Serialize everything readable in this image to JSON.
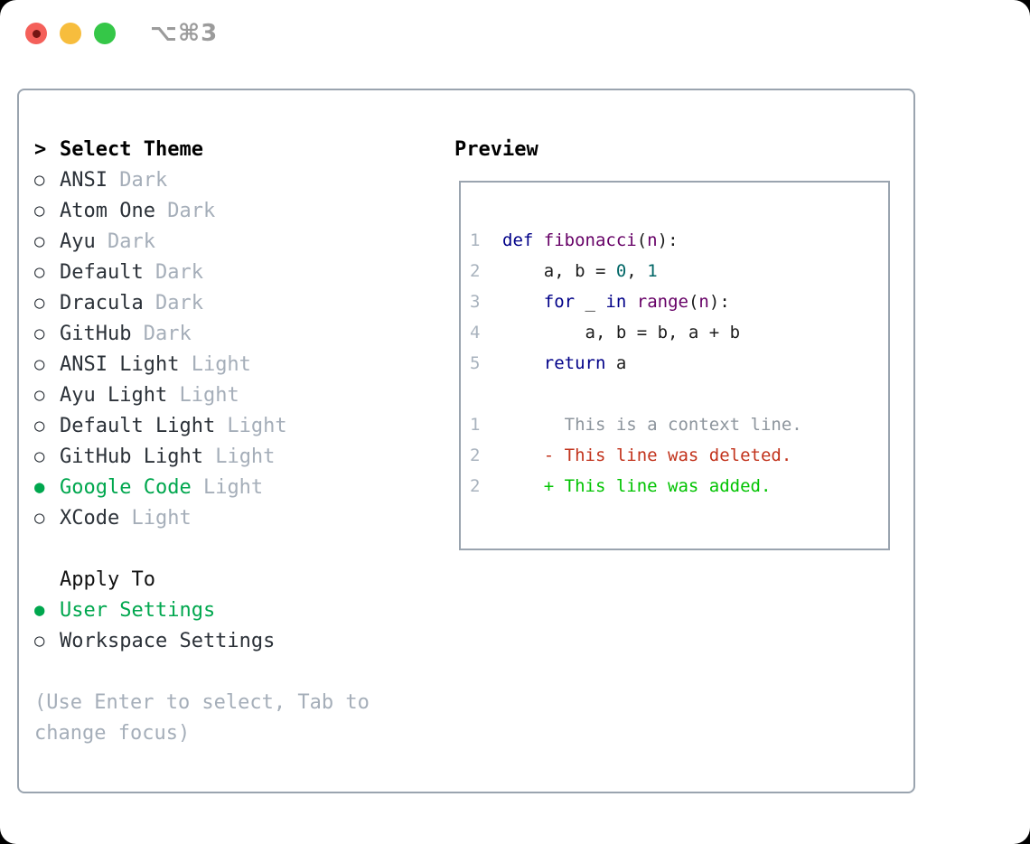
{
  "window": {
    "title": "⌥⌘3"
  },
  "titlebar": {
    "close_label": "close",
    "minimize_label": "minimize",
    "zoom_label": "zoom"
  },
  "theme_panel": {
    "prompt": ">",
    "header": "Select Theme",
    "bullet_selected": "●",
    "bullet_unselected": "○",
    "items": [
      {
        "name": "ANSI",
        "variant": "Dark",
        "selected": false
      },
      {
        "name": "Atom One",
        "variant": "Dark",
        "selected": false
      },
      {
        "name": "Ayu",
        "variant": "Dark",
        "selected": false
      },
      {
        "name": "Default",
        "variant": "Dark",
        "selected": false
      },
      {
        "name": "Dracula",
        "variant": "Dark",
        "selected": false
      },
      {
        "name": "GitHub",
        "variant": "Dark",
        "selected": false
      },
      {
        "name": "ANSI Light",
        "variant": "Light",
        "selected": false
      },
      {
        "name": "Ayu Light",
        "variant": "Light",
        "selected": false
      },
      {
        "name": "Default Light",
        "variant": "Light",
        "selected": false
      },
      {
        "name": "GitHub Light",
        "variant": "Light",
        "selected": false
      },
      {
        "name": "Google Code",
        "variant": "Light",
        "selected": true
      },
      {
        "name": "XCode",
        "variant": "Light",
        "selected": false
      }
    ],
    "apply_header": "Apply To",
    "apply_items": [
      {
        "name": "User Settings",
        "selected": true
      },
      {
        "name": "Workspace Settings",
        "selected": false
      }
    ],
    "hint_lines": [
      "(Use Enter to select, Tab to",
      "change focus)"
    ]
  },
  "preview": {
    "header": "Preview",
    "code_lines": [
      {
        "num": "1",
        "tokens": [
          {
            "text": "def ",
            "color": "keyword"
          },
          {
            "text": "fibonacci",
            "color": "function"
          },
          {
            "text": "(",
            "color": "plain"
          },
          {
            "text": "n",
            "color": "function"
          },
          {
            "text": "):",
            "color": "plain"
          }
        ]
      },
      {
        "num": "2",
        "tokens": [
          {
            "text": "    a, b = ",
            "color": "plain"
          },
          {
            "text": "0",
            "color": "literal"
          },
          {
            "text": ", ",
            "color": "plain"
          },
          {
            "text": "1",
            "color": "literal"
          }
        ]
      },
      {
        "num": "3",
        "tokens": [
          {
            "text": "    ",
            "color": "plain"
          },
          {
            "text": "for",
            "color": "keyword"
          },
          {
            "text": " _ ",
            "color": "plain"
          },
          {
            "text": "in",
            "color": "keyword"
          },
          {
            "text": " ",
            "color": "plain"
          },
          {
            "text": "range",
            "color": "function"
          },
          {
            "text": "(",
            "color": "plain"
          },
          {
            "text": "n",
            "color": "function"
          },
          {
            "text": "):",
            "color": "plain"
          }
        ]
      },
      {
        "num": "4",
        "tokens": [
          {
            "text": "        a, b = b, a + b",
            "color": "plain"
          }
        ]
      },
      {
        "num": "5",
        "tokens": [
          {
            "text": "    ",
            "color": "plain"
          },
          {
            "text": "return",
            "color": "keyword"
          },
          {
            "text": " a",
            "color": "plain"
          }
        ]
      }
    ],
    "diff_lines": [
      {
        "num": "1",
        "marker": " ",
        "text": "This is a context line.",
        "type": "context"
      },
      {
        "num": "2",
        "marker": "-",
        "text": "This line was deleted.",
        "type": "deleted"
      },
      {
        "num": "2",
        "marker": "+",
        "text": "This line was added.",
        "type": "added"
      }
    ]
  },
  "colors": {
    "accent_green": "#00a74e",
    "muted_gray": "#a5aeb9",
    "dark_text": "#2b3138",
    "border_gray": "#9aa4af",
    "title_gray": "#9b9b9b",
    "line_number": "#a9b3be",
    "code_keyword": "#000088",
    "code_function": "#660066",
    "code_literal": "#006666",
    "code_plain": "#1c1c1c",
    "diff_context": "#8d959d",
    "diff_deleted": "#c2331c",
    "diff_added": "#00c300",
    "light_red": "#f4605a",
    "light_yellow": "#f7bd3d",
    "light_green": "#35c748"
  }
}
